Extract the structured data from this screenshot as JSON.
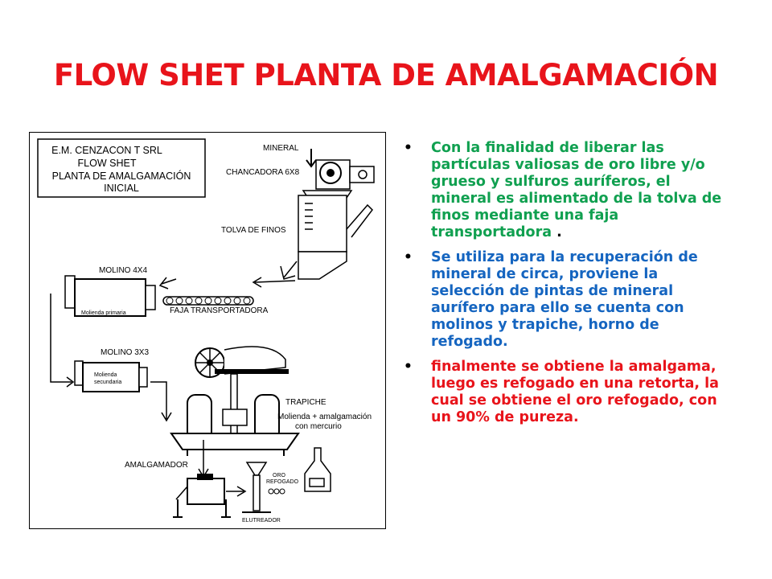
{
  "slide": {
    "title": "FLOW SHET PLANTA DE AMALGAMACIÓN"
  },
  "diagram": {
    "header_lines": [
      "E.M. CENZACON T SRL",
      "FLOW SHET",
      "PLANTA DE AMALGAMACIÓN",
      "INICIAL"
    ],
    "labels": {
      "mineral": "MINERAL",
      "chancadora": "CHANCADORA 6X8",
      "tolva": "TOLVA DE FINOS",
      "molino1": "MOLINO 4X4",
      "molino1_sub": "Molienda primaria",
      "faja": "FAJA TRANSPORTADORA",
      "molino2": "MOLINO 3X3",
      "molino2_sub1": "Molienda",
      "molino2_sub2": "secundaria",
      "trapiche": "TRAPICHE",
      "molienda1": "Molienda + amalgamación",
      "molienda2": "con mercurio",
      "amalgamador": "AMALGAMADOR",
      "oro1": "ORO",
      "oro2": "REFOGADO",
      "elutreador": "ELUTREADOR"
    }
  },
  "bullets": [
    {
      "text": "Con la finalidad de liberar las partículas valiosas de oro libre y/o grueso y sulfuros auríferos, el mineral es alimentado de la tolva de finos mediante una faja transportadora",
      "suffix": " .",
      "color": "#10a050"
    },
    {
      "text": "Se utiliza para la recuperación de mineral de circa, proviene la selección de pintas de mineral aurífero para ello se cuenta con molinos y trapiche, horno de refogado.",
      "color": "#1565c0"
    },
    {
      "text": "finalmente se obtiene la amalgama, luego es refogado en una retorta, la cual se obtiene el oro refogado, con un 90% de pureza.",
      "color": "#e8141b"
    }
  ],
  "bullet_marker": "•"
}
